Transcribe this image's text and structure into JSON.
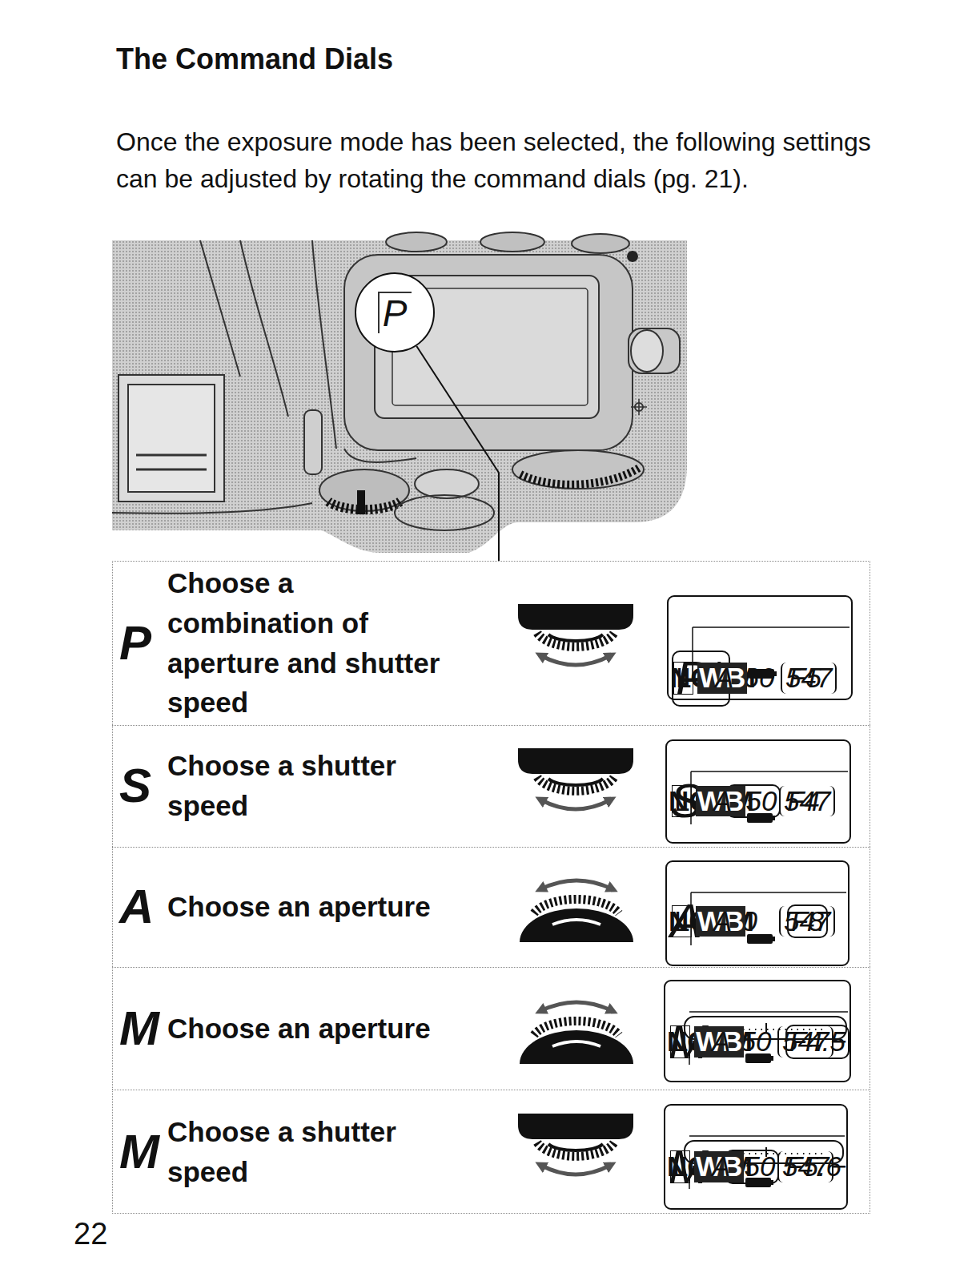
{
  "diagram": {
    "title": "The Command Dials",
    "nodes": [
      {
        "text": [
          "P"
        ]
      },
      {
        "text": [
          "P",
          "Choose a combination of aperture and shutter speed"
        ]
      },
      {
        "text": [
          "P*",
          "160",
          "F5",
          "L",
          "547",
          "NORM",
          "WB",
          "A"
        ],
        "in": 1
      },
      {
        "text": [
          "S",
          "Choose a shutter speed"
        ]
      },
      {
        "text": [
          "S",
          "250",
          "F4",
          "L",
          "547",
          "NORM",
          "WB",
          "A"
        ],
        "in": 3
      },
      {
        "text": [
          "A",
          "Choose an aperture"
        ]
      },
      {
        "text": [
          "A",
          "60",
          "F8",
          "L",
          "547",
          "NORM",
          "WB",
          "A"
        ],
        "in": 5
      },
      {
        "text": [
          "M",
          "Choose an aperture"
        ]
      },
      {
        "text": [
          "M",
          "250",
          "F4.5",
          "L",
          "+",
          "−",
          "547",
          "NORM",
          "WB",
          "A"
        ],
        "in": 7
      },
      {
        "text": [
          "M",
          "Choose a shutter speed"
        ]
      },
      {
        "text": [
          "M",
          "250",
          "F5.6",
          "L",
          "+",
          "−",
          "547",
          "NORM",
          "WB",
          "A"
        ],
        "in": 9
      }
    ],
    "edges": [
      {
        "from": 0,
        "to": 1,
        "arrow": "none"
      }
    ],
    "labels": [
      "Once the exposure mode has been selected, the following settings can be adjusted by rotating the command dials (pg. 21).",
      "22"
    ]
  }
}
